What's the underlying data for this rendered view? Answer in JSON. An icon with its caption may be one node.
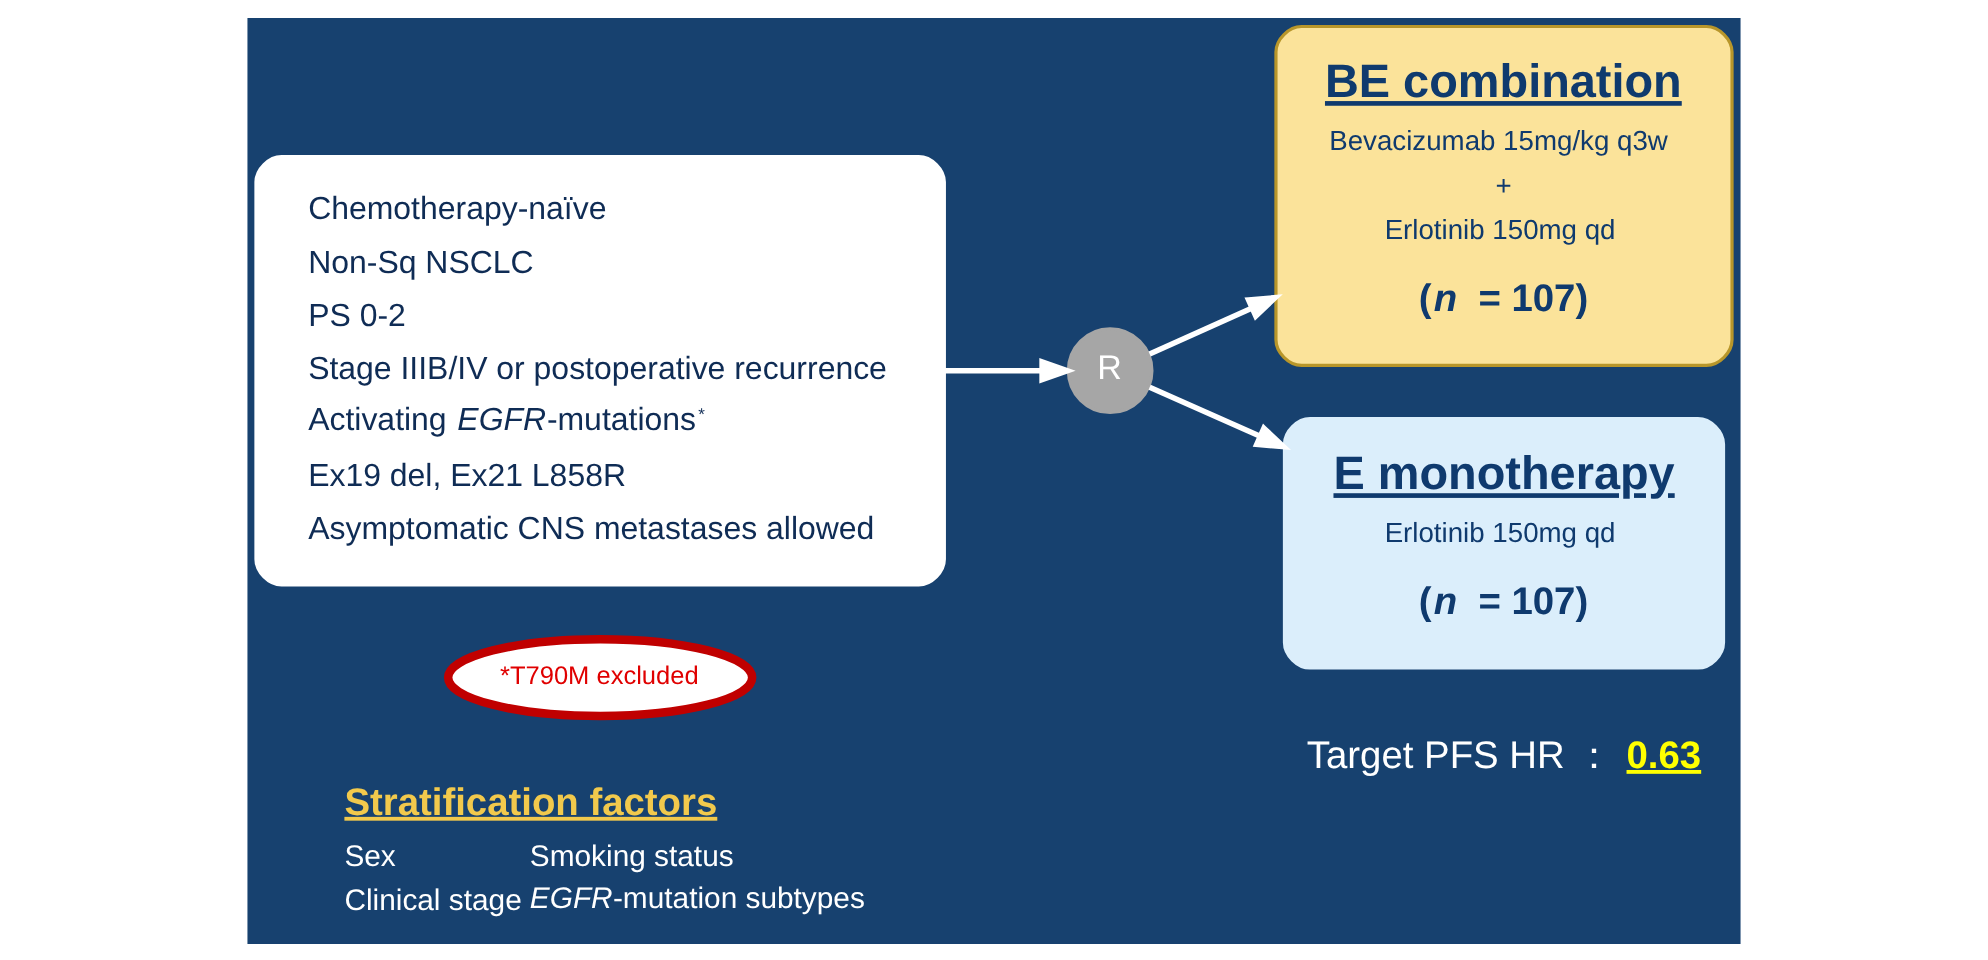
{
  "diagram": {
    "nodes": [
      {
        "text": [
          "Chemotherapy-naïve",
          "Non-Sq NSCLC",
          "PS 0-2",
          "Stage IIIB/IV or postoperative recurrence",
          "Activating *EGFR*-mutations$^{*}$",
          "Ex19 del, Ex21 L858R",
          "Asymptomatic CNS metastases allowed"
        ]
      },
      {
        "text": [
          "*T790M excluded"
        ]
      },
      {
        "text": [
          "R"
        ]
      },
      {
        "text": [
          "BE combination",
          "Bevacizumab 15mg/kg q3w",
          "+",
          "Erlotinib 150mg qd",
          "(*n* = 107)"
        ]
      },
      {
        "text": [
          "E monotherapy",
          "Erlotinib 150mg qd",
          "(*n* = 107)"
        ]
      }
    ],
    "edges": [
      {
        "from": 0,
        "to": 2,
        "arrow": "to"
      },
      {
        "from": 2,
        "to": 3,
        "arrow": "to"
      },
      {
        "from": 2,
        "to": 4,
        "arrow": "to"
      }
    ],
    "labels": [
      "Stratification factors",
      "Sex",
      "Smoking status",
      "Clinical stage",
      "*EGFR*-mutation subtypes",
      "Target PFS HR ： **0.63**"
    ]
  }
}
